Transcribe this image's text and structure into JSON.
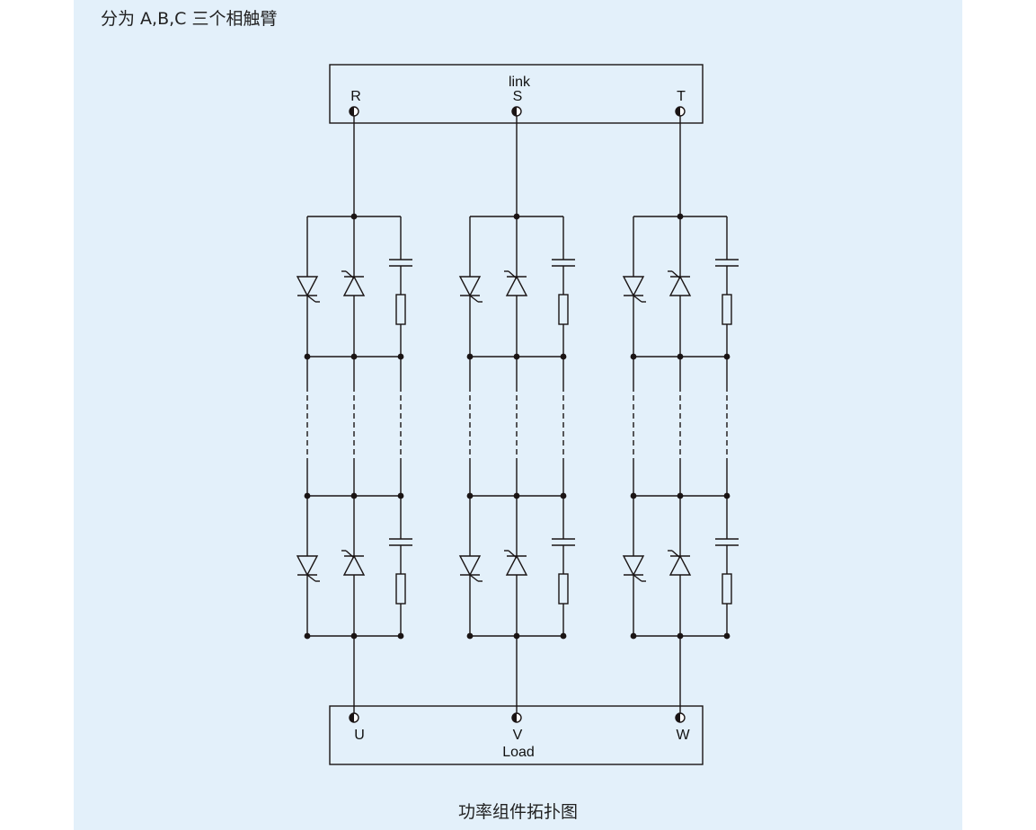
{
  "heading": "分为 A,B,C 三个相触臂",
  "caption": "功率组件拓扑图",
  "link_box": {
    "label": "link",
    "terminals": [
      "R",
      "S",
      "T"
    ]
  },
  "load_box": {
    "label": "Load",
    "terminals": [
      "U",
      "V",
      "W"
    ]
  },
  "colors": {
    "background": "#e3f0fa",
    "line": "#1a1414"
  }
}
